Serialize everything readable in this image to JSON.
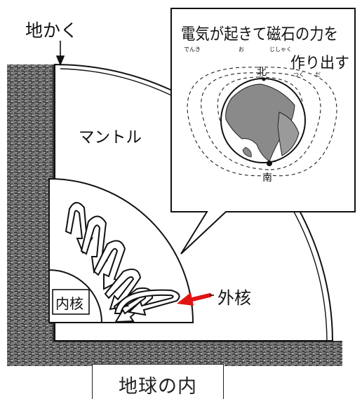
{
  "labels": {
    "crust": "地かく",
    "mantle": "マントル",
    "inner_core": "内核",
    "outer_core": "外核"
  },
  "callout": {
    "line1": "電気が起きて磁石の力を",
    "line2": "作り出す",
    "ruby": [
      "でんき",
      "お",
      "じしゃく",
      "つく",
      "だ"
    ],
    "north": "北",
    "south": "南"
  },
  "caption": "地球の内",
  "colors": {
    "arrow": "#e11414",
    "ink": "#111111"
  }
}
